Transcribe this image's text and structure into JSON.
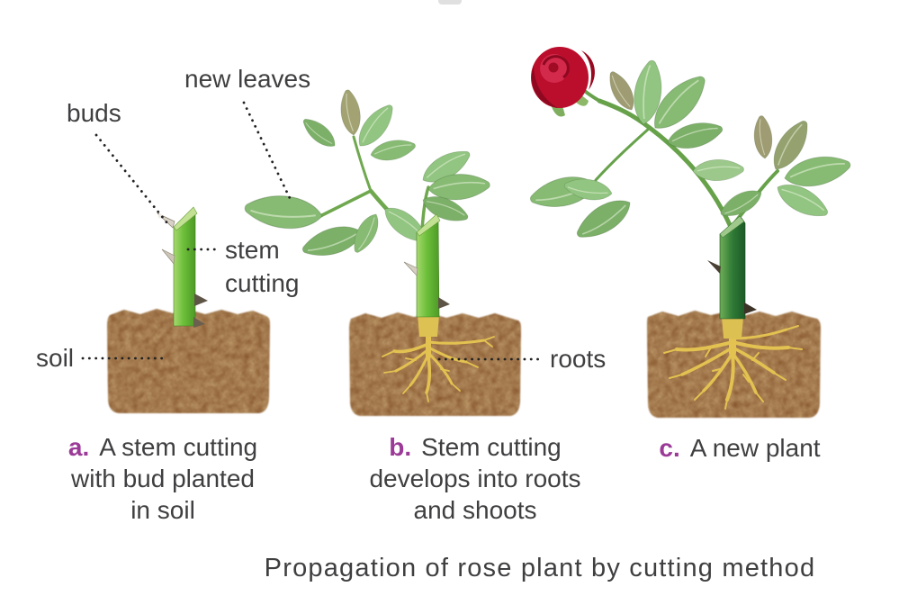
{
  "figure_title": "Propagation of rose plant by cutting method",
  "labels": {
    "buds": "buds",
    "new_leaves": "new leaves",
    "stem_cutting": "stem cutting",
    "soil": "soil",
    "roots": "roots"
  },
  "captions": {
    "a": {
      "letter": "a.",
      "line1": "A stem cutting",
      "line2": "with bud planted",
      "line3": "in soil"
    },
    "b": {
      "letter": "b.",
      "line1": "Stem cutting",
      "line2": "develops into roots",
      "line3": "and shoots"
    },
    "c": {
      "letter": "c.",
      "line1": "A new plant"
    }
  },
  "stages": [
    {
      "id": "a",
      "illustration": "stem cutting with buds planted in soil"
    },
    {
      "id": "b",
      "illustration": "stem cutting with new leaves and roots in soil"
    },
    {
      "id": "c",
      "illustration": "new rose plant with flower, leaves and roots in soil"
    }
  ],
  "colors": {
    "background": "#ffffff",
    "label_text": "#3f3e40",
    "caption_letter_purple": "#9b3a97",
    "leader_dots": "#222222",
    "soil_brown": "#8a5126",
    "young_stem_green": "#6cbf3a",
    "mature_stem_green": "#2f7a36",
    "roots_yellow": "#e3c251",
    "leaf_green": "#87bb74",
    "rose_red": "#bb0e2c"
  }
}
